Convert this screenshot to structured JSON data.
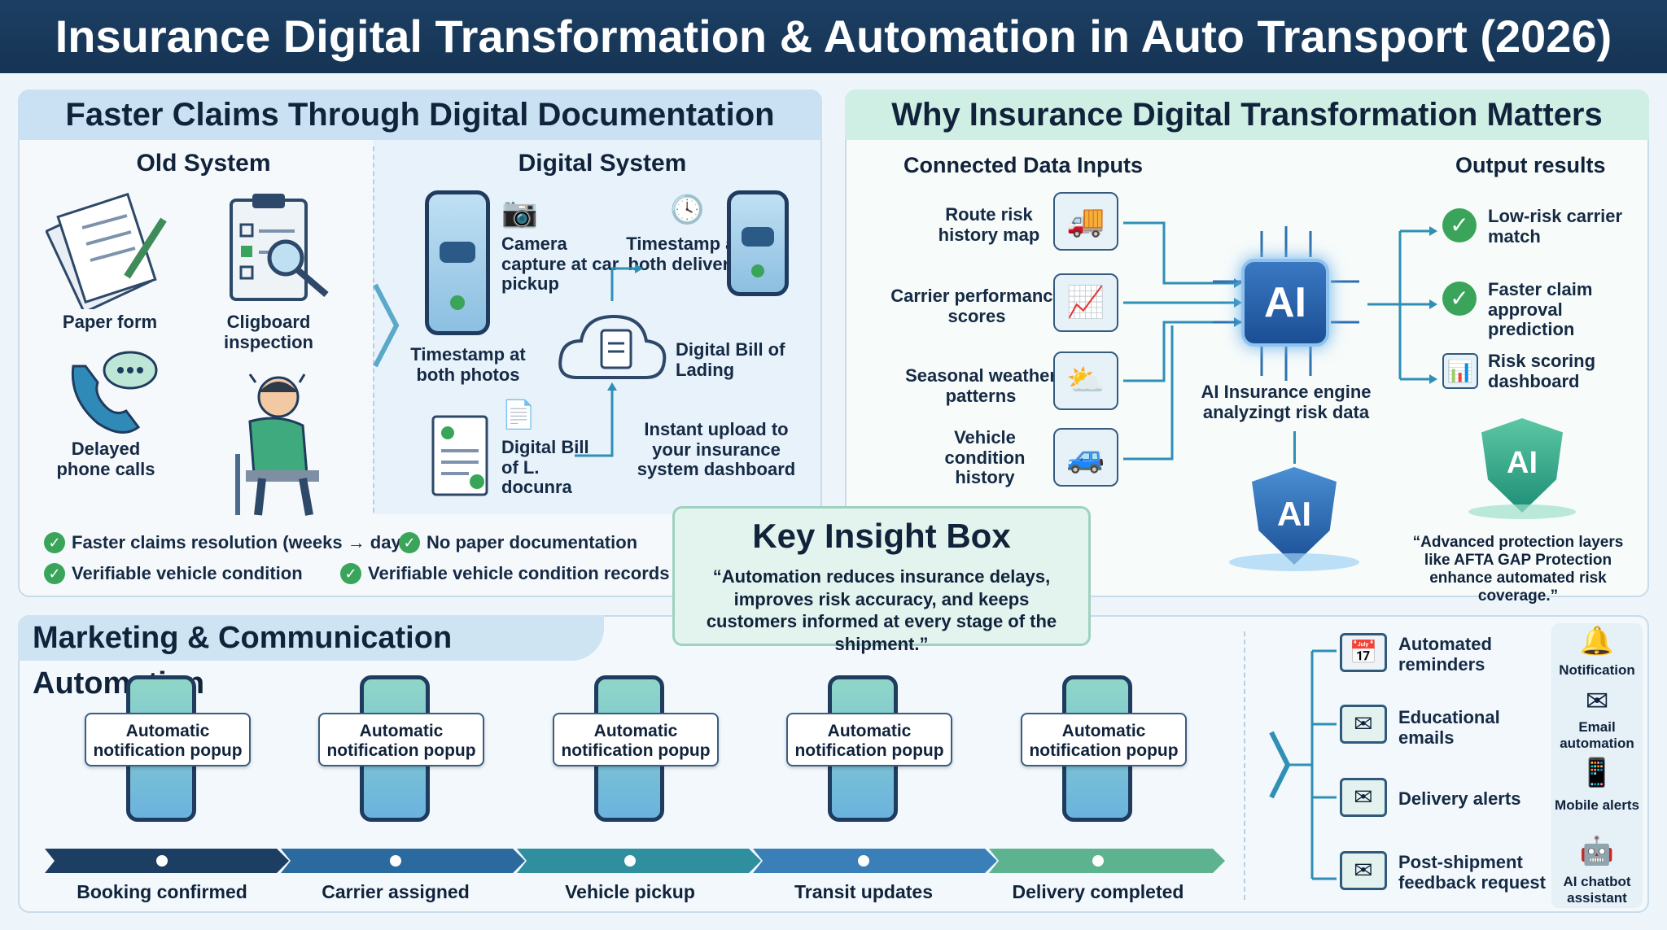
{
  "title": "Insurance Digital Transformation & Automation in Auto Transport (2026)",
  "claims": {
    "heading": "Faster Claims Through Digital Documentation",
    "old_system": {
      "heading": "Old System",
      "items": [
        "Paper form",
        "Cligboard inspection",
        "Delayed phone calls"
      ]
    },
    "digital_system": {
      "heading": "Digital System",
      "camera": "Camera capture at car pickup",
      "timestamp_delivery": "Timestamp at both delivery",
      "timestamp_photos": "Timestamp at both photos",
      "digital_bill": "Digital Bill of Lading",
      "digital_bill_doc": "Digital Bill of L. docunra",
      "instant_upload": "Instant upload to your insurance system dashboard"
    },
    "benefits": [
      "Faster claims resolution (weeks → days)",
      "No paper documentation",
      "Verifiable vehicle condition",
      "Verifiable vehicle condition records"
    ]
  },
  "why": {
    "heading": "Why Insurance Digital Transformation Matters",
    "inputs_heading": "Connected Data Inputs",
    "outputs_heading": "Output results",
    "inputs": [
      "Route risk history map",
      "Carrier performance scores",
      "Seasonal weather patterns",
      "Vehicle condition history"
    ],
    "engine_chip": "AI",
    "engine_label": "AI Insurance engine analyzingt risk data",
    "shield_label": "AI",
    "outputs": [
      "Low-risk carrier match",
      "Faster claim approval prediction",
      "Risk scoring dashboard"
    ],
    "protection_quote": "“Advanced protection layers like AFTA GAP Protection enhance automated risk coverage.”"
  },
  "insight": {
    "heading": "Key Insight Box",
    "quote": "“Automation reduces insurance delays, improves risk accuracy, and keeps customers informed at every stage of the shipment.”"
  },
  "marketing": {
    "heading": "Marketing & Communication Automation",
    "popup_label": "Automatic notification popup",
    "stages": [
      "Booking confirmed",
      "Carrier assigned",
      "Vehicle pickup",
      "Transit updates",
      "Delivery completed"
    ],
    "stage_colors": [
      "#1d3e63",
      "#2a6a9e",
      "#2f8f9f",
      "#3a7fb8",
      "#5db38f"
    ],
    "channels": [
      "Automated reminders",
      "Educational emails",
      "Delivery alerts",
      "Post-shipment feedback request"
    ],
    "side": [
      "Notification",
      "Email automation",
      "Mobile alerts",
      "AI chatbot assistant"
    ]
  }
}
